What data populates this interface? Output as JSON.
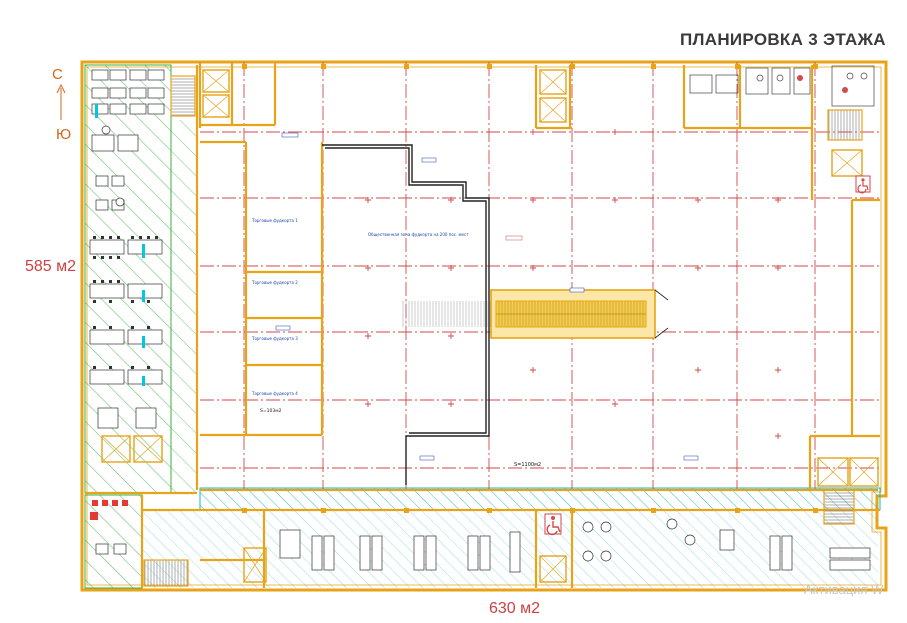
{
  "title": "ПЛАНИРОВКА 3 ЭТАЖА",
  "compass": {
    "north": "С",
    "south": "Ю"
  },
  "areas": {
    "left": "585 м2",
    "bottom": "630 м2"
  },
  "watermark": "Активация W",
  "plan_labels": {
    "hall": "Общественная зона фудкорта на 200 пос. мест",
    "area_main": "S=1100м2",
    "area_small": "S=103м2",
    "zone1": "Торговые фудкорта 1",
    "zone2": "Торговые фудкорта 2",
    "zone3": "Торговые фудкорта 3",
    "zone4": "Торговые фудкорта 4"
  },
  "colors": {
    "wall": "#e8a317",
    "grid": "#d24a4a",
    "office_hatch": "#3cb043",
    "corridor_hatch": "#18b8c8",
    "annotation": "#1a3fb0",
    "escalator": "#f0b400",
    "area_text": "#d04040"
  },
  "icons": [
    "north-arrow-icon",
    "accessibility-icon",
    "stair-icon",
    "elevator-icon",
    "escalator-icon"
  ]
}
